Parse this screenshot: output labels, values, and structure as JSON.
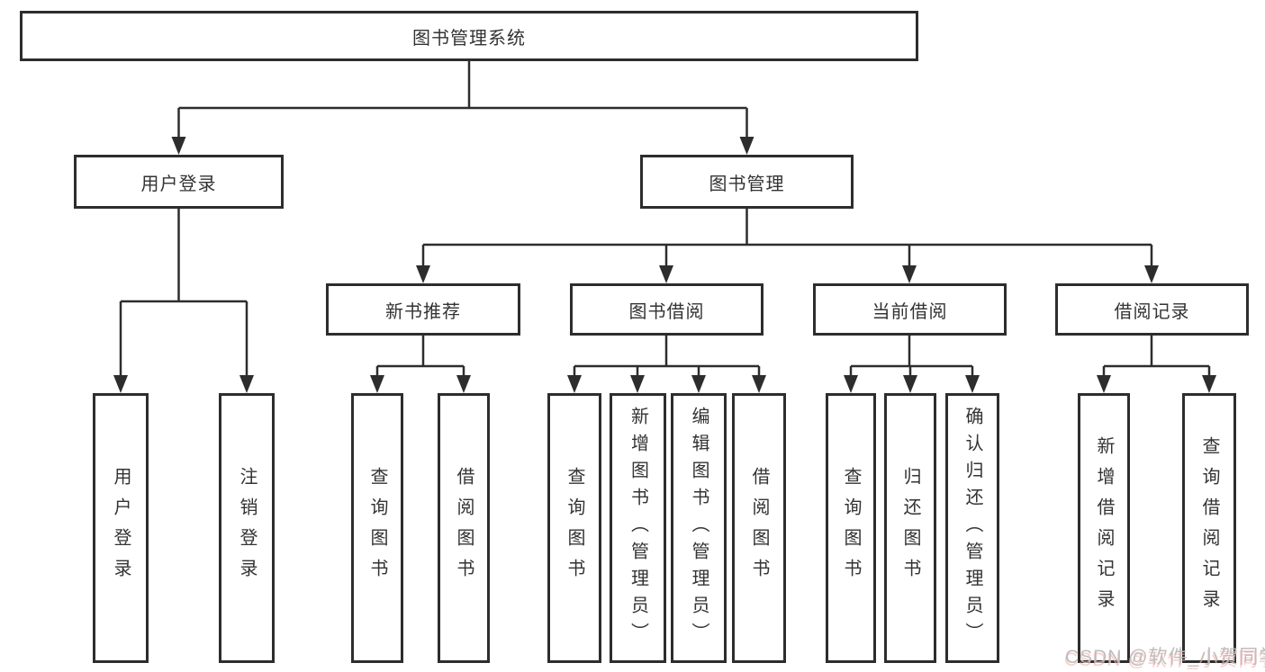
{
  "tree": {
    "root": "图书管理系统",
    "branches": [
      {
        "label": "用户登录",
        "children": [
          {
            "label": "用户登录"
          },
          {
            "label": "注销登录"
          }
        ]
      },
      {
        "label": "图书管理",
        "children": [
          {
            "label": "新书推荐",
            "children": [
              {
                "label": "查询图书"
              },
              {
                "label": "借阅图书"
              }
            ]
          },
          {
            "label": "图书借阅",
            "children": [
              {
                "label": "查询图书"
              },
              {
                "label": "新增图书（管理员）"
              },
              {
                "label": "编辑图书（管理员）"
              },
              {
                "label": "借阅图书"
              }
            ]
          },
          {
            "label": "当前借阅",
            "children": [
              {
                "label": "查询图书"
              },
              {
                "label": "归还图书"
              },
              {
                "label": "确认归还（管理员）"
              }
            ]
          },
          {
            "label": "借阅记录",
            "children": [
              {
                "label": "新增借阅记录"
              },
              {
                "label": "查询借阅记录"
              }
            ]
          }
        ]
      }
    ]
  },
  "watermark": {
    "text": "CSDN @软件_小贺同学"
  },
  "colors": {
    "line": "#2d2d2d",
    "text": "#333333",
    "background": "#ffffff",
    "watermark": "#bbbbbb",
    "watermark_accent": "#f7b2ad"
  }
}
